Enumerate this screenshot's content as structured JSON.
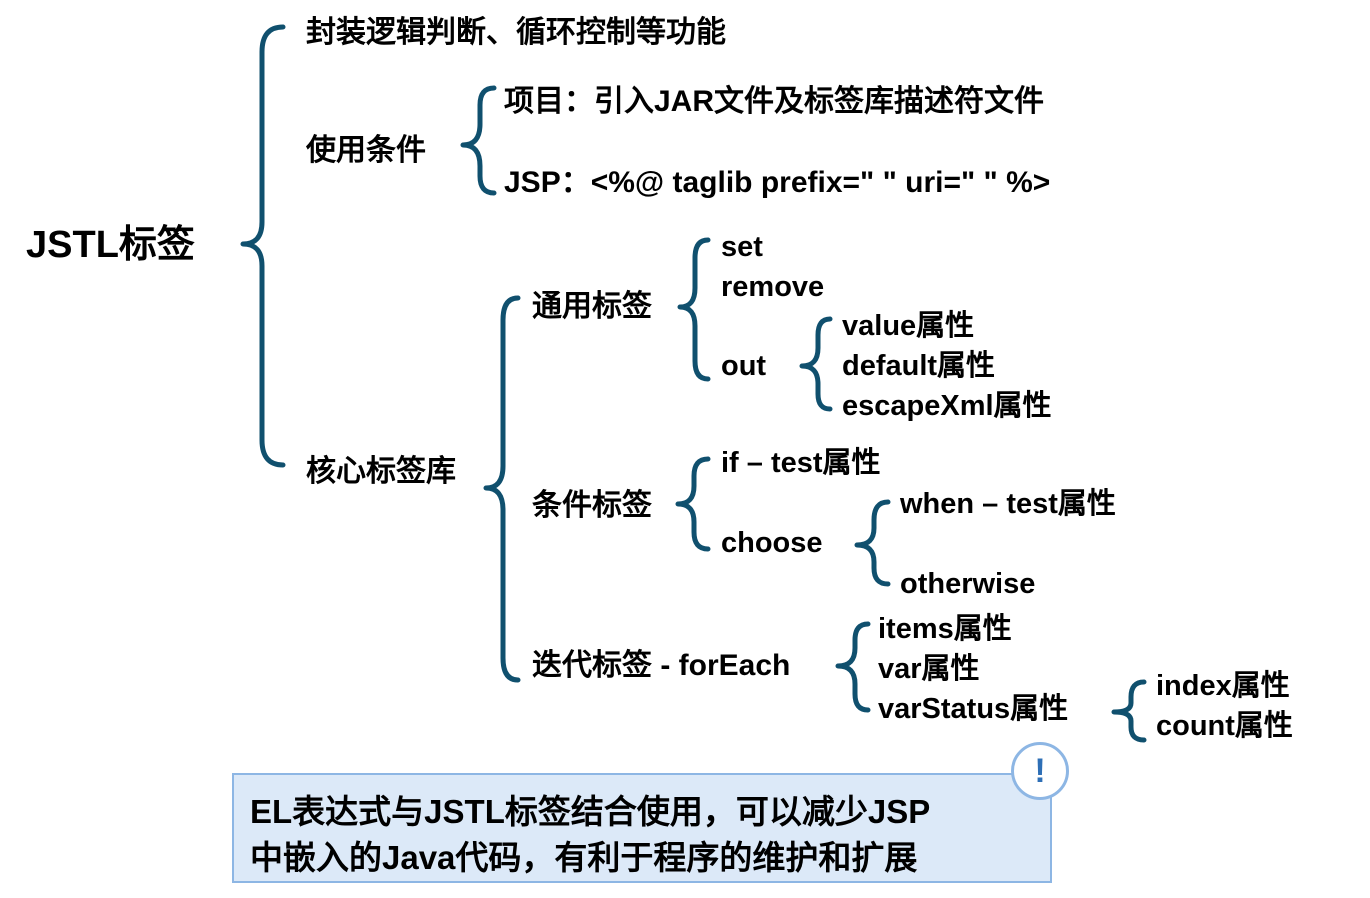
{
  "root": "JSTL标签",
  "level1": {
    "function": "封装逻辑判断、循环控制等功能",
    "usage": "使用条件",
    "core_lib": "核心标签库"
  },
  "usage_items": {
    "project": "项目：引入JAR文件及标签库描述符文件",
    "jsp": "JSP：<%@  taglib  prefix=\"  \"  uri=\"  \"  %>"
  },
  "core_groups": {
    "general": "通用标签",
    "conditional": "条件标签",
    "iteration": "迭代标签  - forEach"
  },
  "general_tags": {
    "set": "set",
    "remove": "remove",
    "out": "out"
  },
  "out_attrs": [
    "value属性",
    "default属性",
    "escapeXml属性"
  ],
  "conditional_tags": {
    "if": "if – test属性",
    "choose": "choose"
  },
  "choose_items": [
    "when  – test属性",
    "otherwise"
  ],
  "foreach_attrs": [
    "items属性",
    "var属性",
    "varStatus属性"
  ],
  "varstatus_attrs": [
    "index属性",
    "count属性"
  ],
  "note": {
    "line1": "EL表达式与JSTL标签结合使用，可以减少JSP",
    "line2": "中嵌入的Java代码，有利于程序的维护和扩展",
    "icon": "!"
  },
  "colors": {
    "brace": "#10506e",
    "note_bg": "#dce9f8",
    "note_border": "#8db6e4",
    "icon": "#2e6fb6"
  }
}
